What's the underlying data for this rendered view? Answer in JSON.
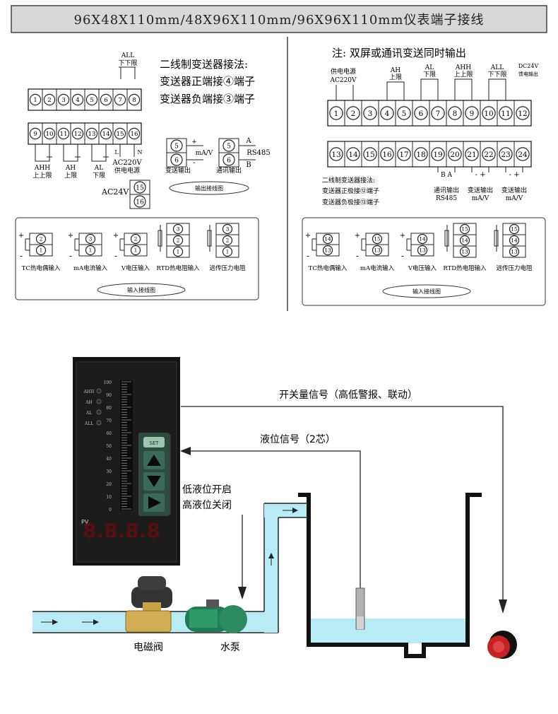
{
  "title": "96X48X110mm/48X96X110mm/96X96X110mm仪表端子接线",
  "left": {
    "top_terminals": [
      "1",
      "2",
      "3",
      "4",
      "5",
      "6",
      "7",
      "8"
    ],
    "bottom_terminals": [
      "9",
      "10",
      "11",
      "12",
      "13",
      "14",
      "15",
      "16"
    ],
    "all_label": "ALL",
    "all_sub": "下下限",
    "ahh_label": "AHH",
    "ahh_sub": "上上限",
    "ah_label": "AH",
    "ah_sub": "上限",
    "al_label": "AL",
    "al_sub": "下限",
    "L": "L",
    "N": "N",
    "ac220": "AC220V",
    "ac220_sub": "供电电源",
    "ac24": "AC24V",
    "ac24_terms": [
      "15",
      "16"
    ],
    "two_wire_title": "二线制变送器接法:",
    "two_wire_pos": "变送器正端接④端子",
    "two_wire_neg": "变送器负端接③端子",
    "out_terms": [
      "5",
      "6"
    ],
    "out_unit": "mA/V",
    "out_label": "变送输出",
    "comm_terms": [
      "5",
      "6"
    ],
    "comm_A": "A",
    "comm_B": "B",
    "comm_proto": "RS485",
    "comm_label": "通讯输出",
    "output_caption": "输出接线图",
    "inputs": [
      {
        "label": "TC热电偶输入",
        "terms": [
          "2",
          "1"
        ]
      },
      {
        "label": "mA电流输入",
        "terms": [
          "3",
          "1"
        ]
      },
      {
        "label": "V电压输入",
        "terms": [
          "2",
          "1"
        ]
      },
      {
        "label": "RTD热电阻输入",
        "terms": [
          "3",
          "2",
          "1"
        ]
      },
      {
        "label": "远传压力电阻",
        "terms": [
          "3",
          "2",
          "1"
        ]
      }
    ],
    "input_caption": "输入接线图"
  },
  "right": {
    "note": "注: 双屏或通讯变送同时输出",
    "top_terminals": [
      "1",
      "2",
      "3",
      "4",
      "5",
      "6",
      "7",
      "8",
      "9",
      "10",
      "11",
      "12"
    ],
    "bottom_terminals": [
      "13",
      "14",
      "15",
      "16",
      "17",
      "18",
      "19",
      "20",
      "21",
      "22",
      "23",
      "24"
    ],
    "power_label": "供电电源",
    "power_value": "AC220V",
    "ah_label": "AH",
    "ah_sub": "上限",
    "al_label": "AL",
    "al_sub": "下限",
    "ahh_label": "AHH",
    "ahh_sub": "上上限",
    "all_label": "ALL",
    "all_sub": "下下限",
    "dc24": "DC24V",
    "dc24_sub": "馈电输出",
    "two_wire_title": "二线制变送器接法:",
    "two_wire_pos": "变送器正极接⑫端子",
    "two_wire_neg": "变送器负极接⑬端子",
    "ba": "B  A",
    "comm_out": "通讯输出",
    "rs485": "RS485",
    "tx_out": "变送输出",
    "tx_unit": "mA/V",
    "input_caption": "输入接线图",
    "inputs": [
      {
        "label": "TC热电偶输入",
        "terms": [
          "14",
          "13"
        ]
      },
      {
        "label": "mA电流输入",
        "terms": [
          "15",
          "13"
        ]
      },
      {
        "label": "V电压输入",
        "terms": [
          "14",
          "13"
        ]
      },
      {
        "label": "RTD热电阻输入",
        "terms": [
          "15",
          "14",
          "13"
        ]
      },
      {
        "label": "远传压力电阻",
        "terms": [
          "15",
          "14",
          "13"
        ]
      }
    ]
  },
  "device": {
    "leds": [
      "AHH",
      "AH",
      "AL",
      "ALL"
    ],
    "scale": [
      "100",
      "90",
      "80",
      "70",
      "60",
      "50",
      "40",
      "30",
      "20",
      "10",
      "0"
    ],
    "pv": "PV",
    "display": "8.8.8.8",
    "set_btn": "SET"
  },
  "labels": {
    "switch_signal": "开关量信号（高低警报、联动）",
    "level_signal": "液位信号（2芯）",
    "low_open": "低液位开启",
    "high_close": "高液位关闭",
    "valve": "电磁阀",
    "pump": "水泵"
  },
  "colors": {
    "water": "#b8ecf5",
    "pipe_line": "#2a2a2a",
    "panel_bg": "#d6d6d6"
  }
}
